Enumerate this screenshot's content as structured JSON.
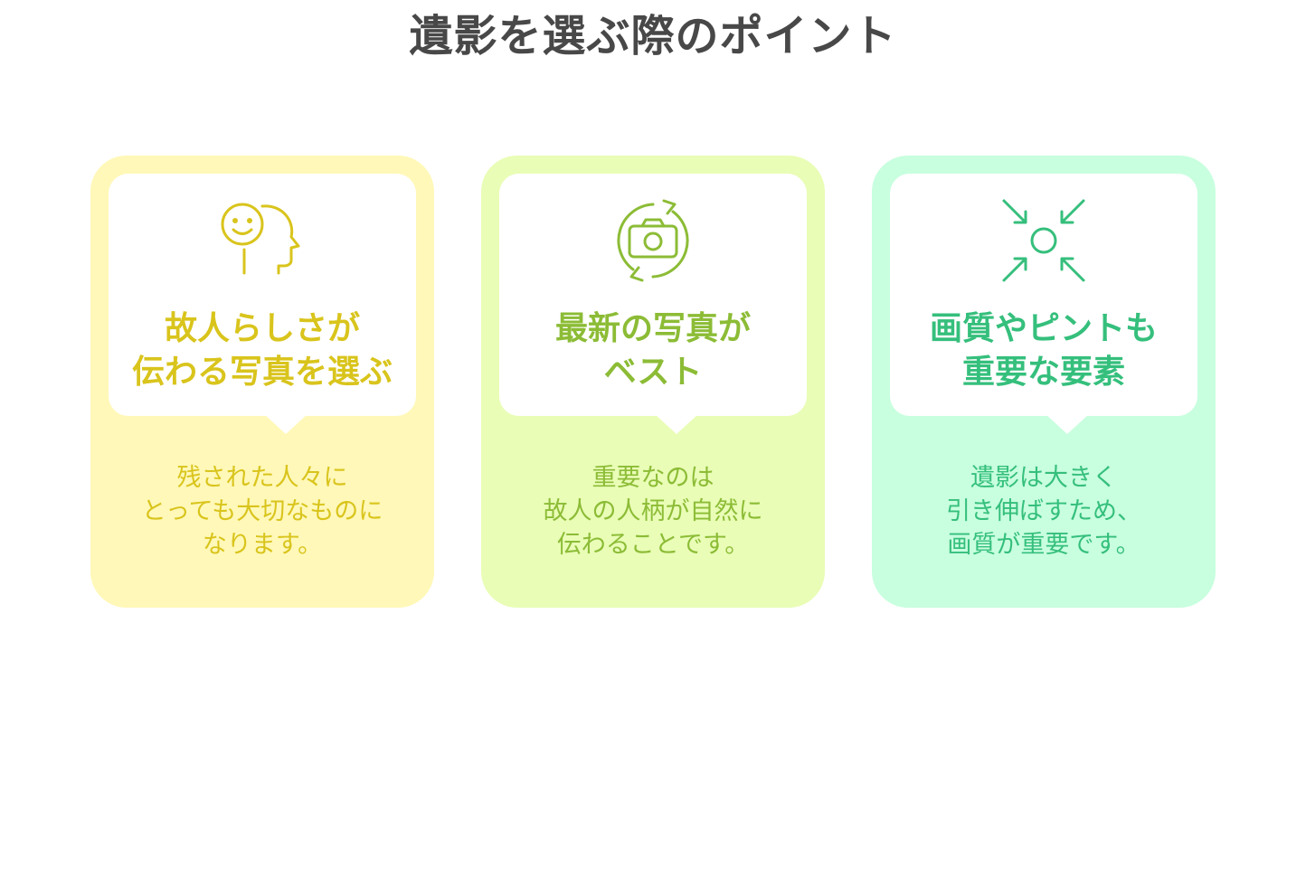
{
  "title": "遺影を選ぶ際のポイント",
  "cards": [
    {
      "icon": "person-smile-head-icon",
      "heading": "故人らしさが\n伝わる写真を選ぶ",
      "body": "残された人々に\nとっても大切なものに\nなります。",
      "background": "#fff8b8",
      "accent": "#d9c41c"
    },
    {
      "icon": "camera-refresh-icon",
      "heading": "最新の写真が\nベスト",
      "body": "重要なのは\n故人の人柄が自然に\n伝わることです。",
      "background": "#e9fdb6",
      "accent": "#8cbc36"
    },
    {
      "icon": "focus-arrows-icon",
      "heading": "画質やピントも\n重要な要素",
      "body": "遺影は大きく\n引き伸ばすため、\n画質が重要です。",
      "background": "#c8ffdf",
      "accent": "#35bf7c"
    }
  ]
}
